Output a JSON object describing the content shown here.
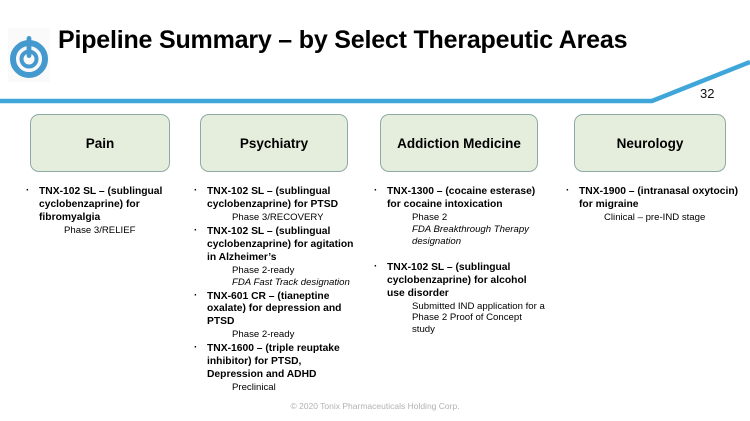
{
  "slide": {
    "title": "Pipeline Summary – by Select Therapeutic Areas",
    "page_number": "32",
    "footer": "© 2020 Tonix Pharmaceuticals Holding Corp.",
    "logo_icon": "tonix-power-button-logo-icon",
    "bullet_glyph": "·"
  },
  "colors": {
    "accent_line": "#3EA6D9",
    "box_fill": "#E5EEDC",
    "box_border": "#8FA9A6",
    "logo_blue": "#4499CE",
    "footer_text": "#b2b2b2"
  },
  "columns": [
    {
      "header": "Pain",
      "items": [
        {
          "title": "TNX-102 SL – (sublingual cyclobenzaprine) for fibromyalgia",
          "subs": [
            {
              "text": "Phase 3/RELIEF",
              "italic": false
            }
          ]
        }
      ]
    },
    {
      "header": "Psychiatry",
      "items": [
        {
          "title": "TNX-102 SL – (sublingual cyclobenzaprine) for PTSD",
          "subs": [
            {
              "text": "Phase 3/RECOVERY",
              "italic": false
            }
          ]
        },
        {
          "title": "TNX-102 SL – (sublingual cyclobenzaprine) for agitation in Alzheimer’s",
          "subs": [
            {
              "text": "Phase 2-ready",
              "italic": false
            },
            {
              "text": "FDA Fast Track designation",
              "italic": true
            }
          ]
        },
        {
          "title": "TNX-601 CR – (tianeptine oxalate) for depression and PTSD",
          "subs": [
            {
              "text": "Phase 2-ready",
              "italic": false
            }
          ]
        },
        {
          "title": "TNX-1600 – (triple reuptake inhibitor) for PTSD, Depression and ADHD",
          "subs": [
            {
              "text": "Preclinical",
              "italic": false
            }
          ]
        }
      ]
    },
    {
      "header": "Addiction Medicine",
      "items": [
        {
          "title": "TNX-1300 – (cocaine esterase) for cocaine intoxication",
          "subs": [
            {
              "text": "Phase 2",
              "italic": false
            },
            {
              "text": "FDA Breakthrough Therapy designation",
              "italic": true
            }
          ]
        },
        {
          "title": "TNX-102 SL – (sublingual cyclobenzaprine) for alcohol use disorder",
          "subs": [
            {
              "text": "Submitted IND application for a Phase 2 Proof of Concept study",
              "italic": false
            }
          ]
        }
      ]
    },
    {
      "header": "Neurology",
      "items": [
        {
          "title": "TNX-1900 – (intranasal oxytocin) for migraine",
          "subs": [
            {
              "text": "Clinical – pre-IND stage",
              "italic": false
            }
          ]
        }
      ]
    }
  ]
}
